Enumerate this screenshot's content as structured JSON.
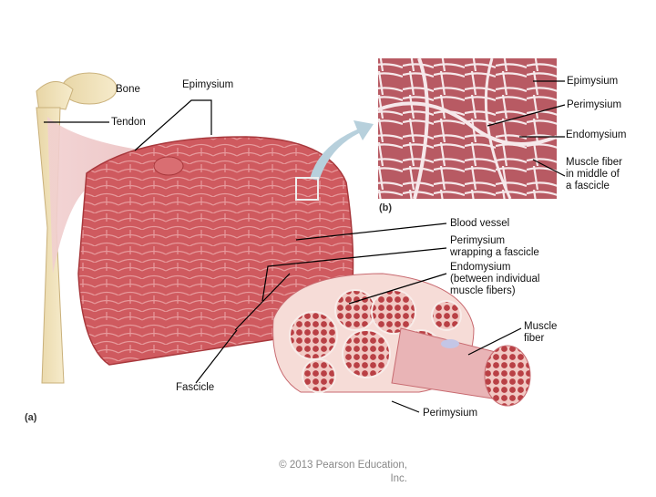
{
  "labels": {
    "bone": "Bone",
    "epimysium_left": "Epimysium",
    "tendon": "Tendon",
    "epimysium_right": "Epimysium",
    "perimysium_top": "Perimysium",
    "endomysium_top": "Endomysium",
    "muscle_fiber_middle": "Muscle fiber\nin middle of\na fascicle",
    "blood_vessel": "Blood vessel",
    "perimysium_wrapping": "Perimysium\nwrapping a fascicle",
    "endomysium_between": "Endomysium\n(between individual\nmuscle fibers)",
    "muscle_fiber": "Muscle\nfiber",
    "fascicle": "Fascicle",
    "perimysium_bottom": "Perimysium"
  },
  "panels": {
    "a": "(a)",
    "b": "(b)"
  },
  "copyright": "© 2013 Pearson Education,\nInc."
}
